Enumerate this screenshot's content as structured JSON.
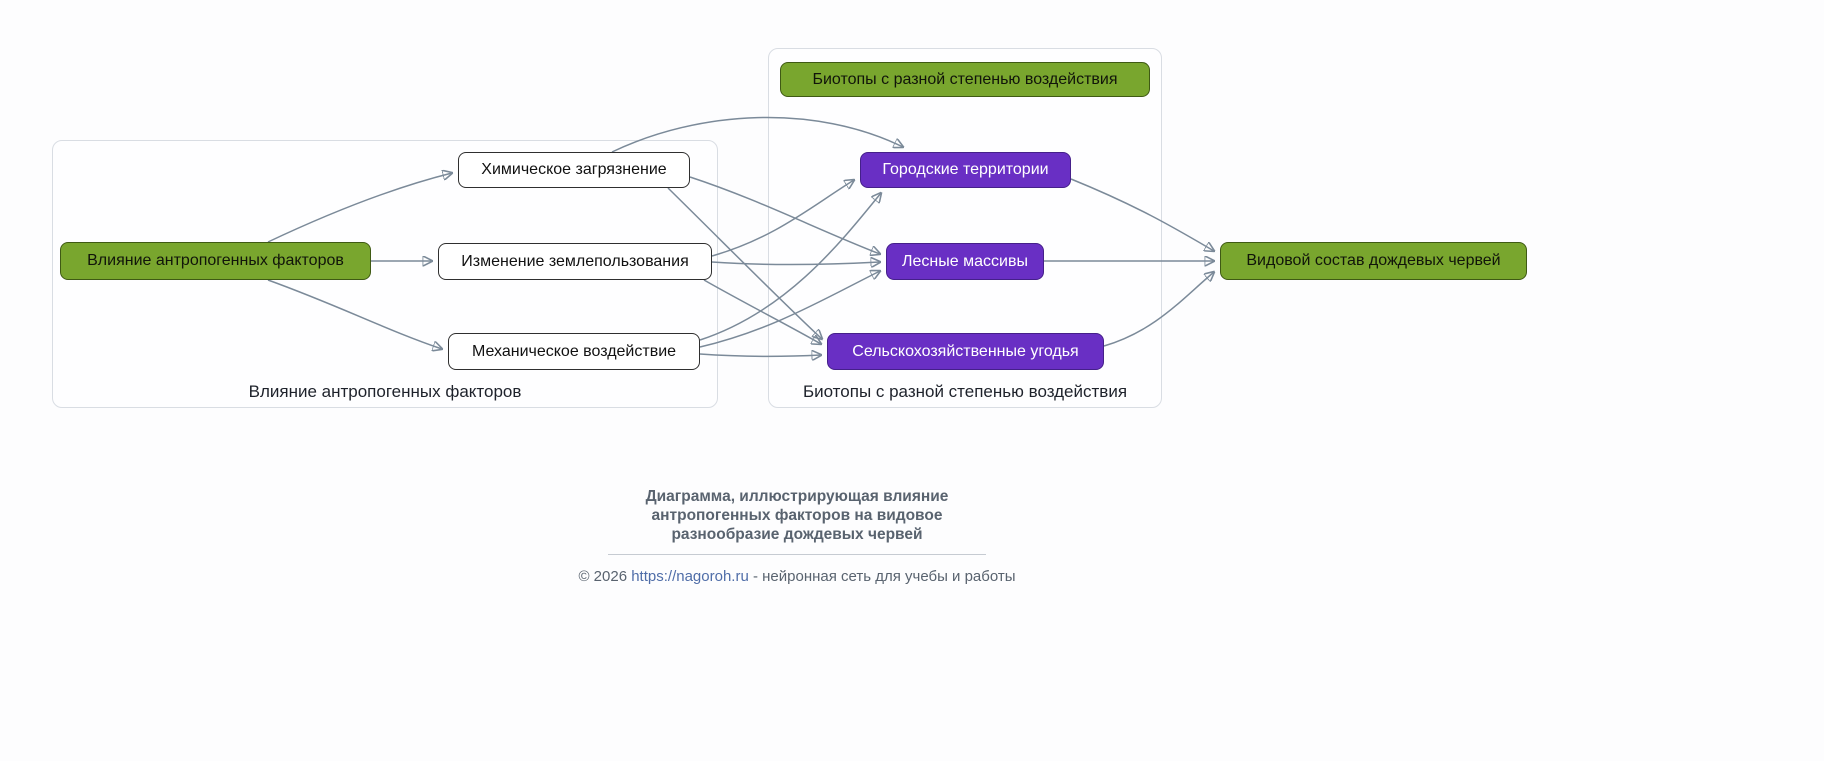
{
  "diagram": {
    "groups": [
      {
        "id": "factors",
        "label": "Влияние антропогенных факторов"
      },
      {
        "id": "biotopes",
        "label": "Биотопы с разной степенью воздействия"
      }
    ],
    "nodes": [
      {
        "id": "A",
        "label": "Влияние антропогенных факторов",
        "kind": "green"
      },
      {
        "id": "B1",
        "label": "Химическое загрязнение",
        "kind": "white"
      },
      {
        "id": "B2",
        "label": "Изменение землепользования",
        "kind": "white"
      },
      {
        "id": "B3",
        "label": "Механическое воздействие",
        "kind": "white"
      },
      {
        "id": "T2",
        "label": "Биотопы с разной степенью воздействия",
        "kind": "green"
      },
      {
        "id": "C1",
        "label": "Городские территории",
        "kind": "purple"
      },
      {
        "id": "C2",
        "label": "Лесные массивы",
        "kind": "purple"
      },
      {
        "id": "C3",
        "label": "Сельскохозяйственные угодья",
        "kind": "purple"
      },
      {
        "id": "D",
        "label": "Видовой состав дождевых червей",
        "kind": "green"
      }
    ],
    "edges": [
      {
        "from": "A",
        "to": "B1"
      },
      {
        "from": "A",
        "to": "B2"
      },
      {
        "from": "A",
        "to": "B3"
      },
      {
        "from": "B1",
        "to": "C1"
      },
      {
        "from": "B2",
        "to": "C1"
      },
      {
        "from": "B3",
        "to": "C1"
      },
      {
        "from": "B1",
        "to": "C2"
      },
      {
        "from": "B2",
        "to": "C2"
      },
      {
        "from": "B3",
        "to": "C2"
      },
      {
        "from": "B1",
        "to": "C3"
      },
      {
        "from": "B2",
        "to": "C3"
      },
      {
        "from": "B3",
        "to": "C3"
      },
      {
        "from": "C1",
        "to": "D"
      },
      {
        "from": "C2",
        "to": "D"
      },
      {
        "from": "C3",
        "to": "D"
      }
    ]
  },
  "caption": {
    "lines": [
      "Диаграмма, иллюстрирующая влияние",
      "антропогенных факторов на видовое",
      "разнообразие дождевых червей"
    ]
  },
  "footer": {
    "prefix": "© 2026 ",
    "link": "https://nagoroh.ru",
    "suffix": " - нейронная сеть для учебы и работы"
  },
  "colors": {
    "green": "#79a62e",
    "purple": "#692fc4",
    "edge": "#7b8a99",
    "group_border": "#d9dde3"
  }
}
